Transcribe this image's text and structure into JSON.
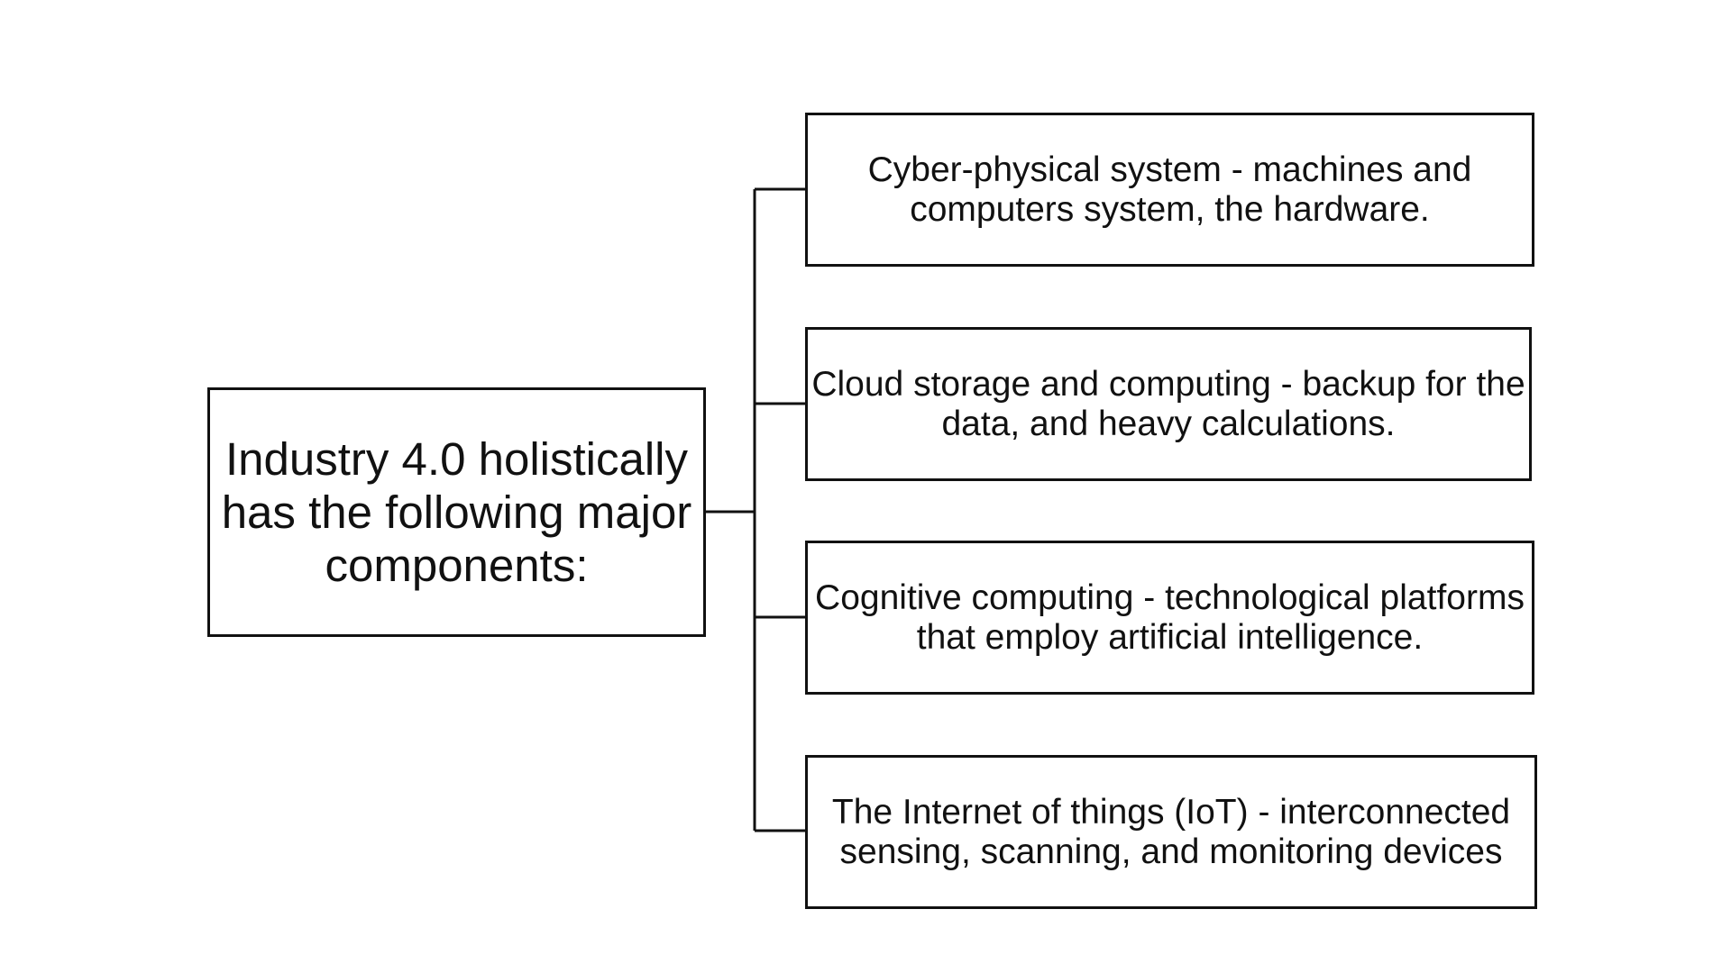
{
  "root": {
    "text": "Industry 4.0 holistically has the following major components:"
  },
  "components": [
    {
      "text": "Cyber-physical system - machines and computers system, the hardware."
    },
    {
      "text": "Cloud storage and computing - backup for the data, and heavy calculations."
    },
    {
      "text": "Cognitive computing - technological platforms that employ artificial intelligence."
    },
    {
      "text": "The Internet of things (IoT) - interconnected sensing, scanning, and monitoring devices"
    }
  ],
  "colors": {
    "stroke": "#111111",
    "background": "#ffffff"
  }
}
